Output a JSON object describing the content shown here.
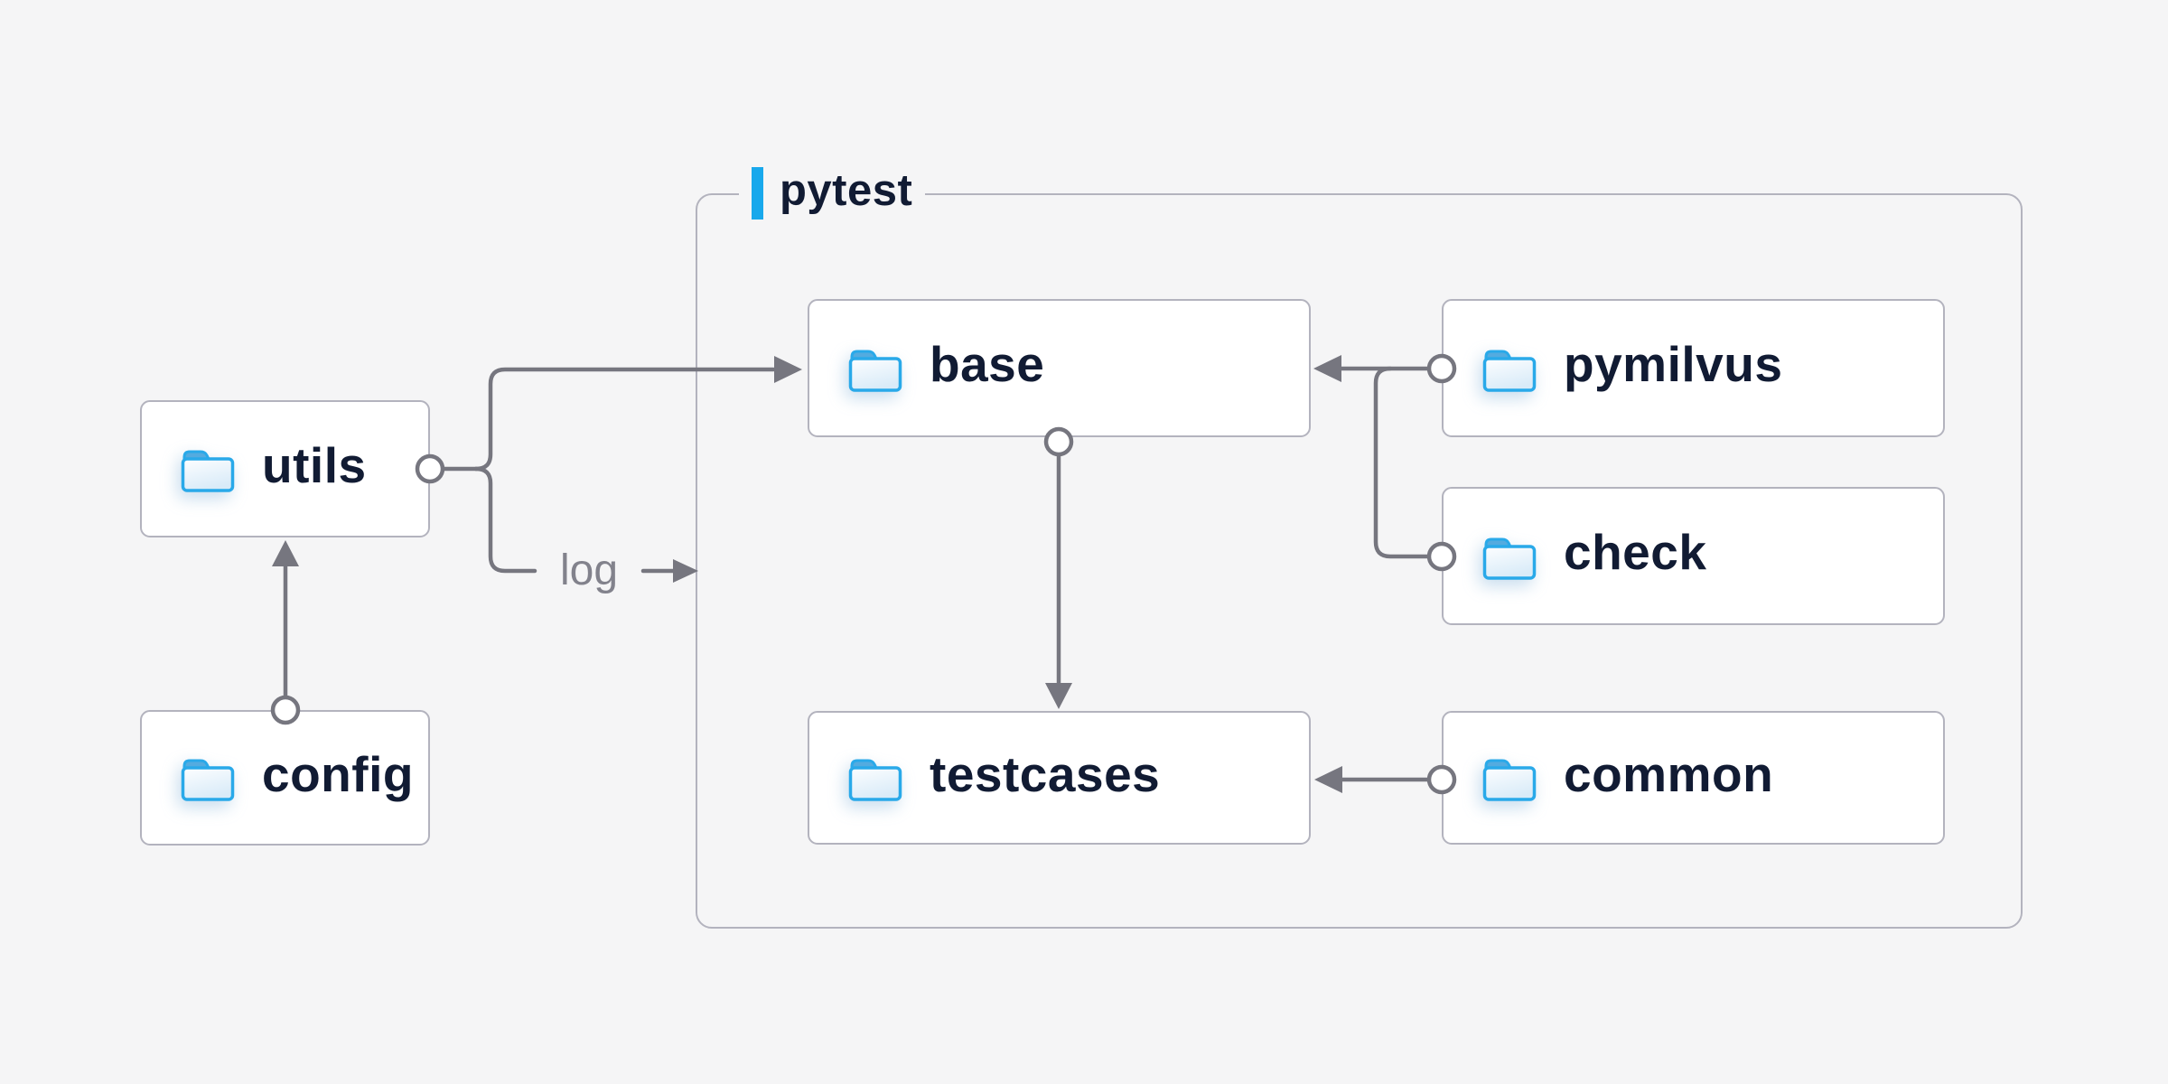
{
  "container": {
    "label": "pytest"
  },
  "nodes": {
    "utils": {
      "label": "utils",
      "icon": "folder-icon"
    },
    "config": {
      "label": "config",
      "icon": "folder-icon"
    },
    "base": {
      "label": "base",
      "icon": "folder-icon"
    },
    "pymilvus": {
      "label": "pymilvus",
      "icon": "folder-icon"
    },
    "check": {
      "label": "check",
      "icon": "folder-icon"
    },
    "testcases": {
      "label": "testcases",
      "icon": "folder-icon"
    },
    "common": {
      "label": "common",
      "icon": "folder-icon"
    }
  },
  "edges": {
    "log_label": "log",
    "connections": [
      {
        "from": "utils",
        "to": "base"
      },
      {
        "from": "utils",
        "to": "pytest-group",
        "label": "log"
      },
      {
        "from": "config",
        "to": "utils"
      },
      {
        "from": "base",
        "to": "testcases"
      },
      {
        "from": "pymilvus",
        "to": "base"
      },
      {
        "from": "check",
        "to": "base"
      },
      {
        "from": "common",
        "to": "testcases"
      }
    ]
  },
  "colors": {
    "background": "#f5f5f6",
    "node_fill": "#ffffff",
    "border_gray": "#b3b3be",
    "connector_gray": "#76767f",
    "edge_label_gray": "#82828c",
    "text_navy": "#111b33",
    "accent_blue": "#18a8ec",
    "folder_stroke": "#29a9e9",
    "folder_tab": "#54abdf",
    "folder_body_light": "#fdfeff",
    "folder_body_shade": "#d9ebf8"
  }
}
